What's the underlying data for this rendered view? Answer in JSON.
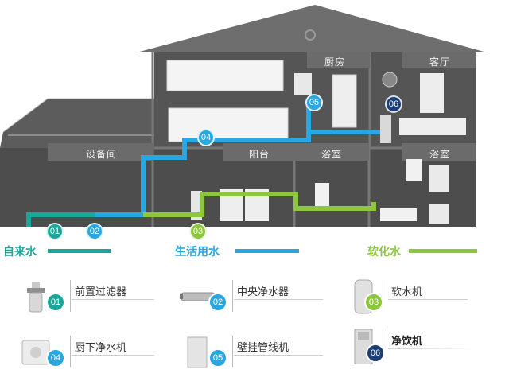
{
  "rooms": {
    "equipment": "设备间",
    "kitchen": "厨房",
    "living": "客厅",
    "balcony": "阳台",
    "bath1": "浴室",
    "bath2": "浴室"
  },
  "pipe_numbers": [
    "01",
    "02",
    "03",
    "04",
    "05",
    "06"
  ],
  "legend": {
    "tap_water": "自来水",
    "domestic_water": "生活用水",
    "soft_water": "软化水"
  },
  "colors": {
    "tap": "#1aa79a",
    "domestic": "#29a7e1",
    "soft": "#8dc63f",
    "navy": "#1d3f78",
    "house_dark": "#4a4a4a",
    "roof": "#6a6a6a"
  },
  "devices": [
    {
      "num": "01",
      "name": "前置过滤器",
      "icon": "prefilter-icon",
      "color": "#1aa79a"
    },
    {
      "num": "02",
      "name": "中央净水器",
      "icon": "central-purifier-icon",
      "color": "#29a7e1"
    },
    {
      "num": "03",
      "name": "软水机",
      "icon": "softener-icon",
      "color": "#8dc63f"
    },
    {
      "num": "04",
      "name": "厨下净水机",
      "icon": "undersink-purifier-icon",
      "color": "#29a7e1"
    },
    {
      "num": "05",
      "name": "壁挂管线机",
      "icon": "wall-dispenser-icon",
      "color": "#29a7e1"
    },
    {
      "num": "06",
      "name": "净饮机",
      "icon": "drinking-machine-icon",
      "color": "#1d3f78"
    }
  ]
}
